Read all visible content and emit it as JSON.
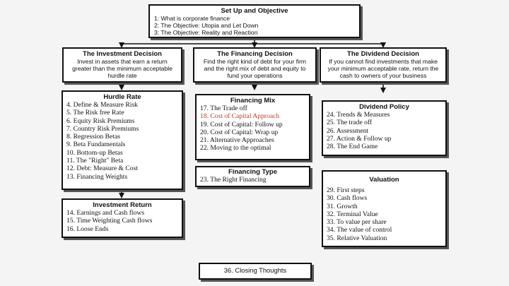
{
  "setup": {
    "title": "Set Up and Objective",
    "items": [
      "1: What is corporate finance",
      "2: The Objective: Utopia and Let Down",
      "3: The Objective: Reality and Reaction"
    ]
  },
  "investment_decision": {
    "title": "The Investment Decision",
    "text": "Invest in assets that earn a return greater than the minimum acceptable hurdle rate"
  },
  "financing_decision": {
    "title": "The Financing Decision",
    "text": "Find the right kind of debt for your firm and the right mix of debt and equity to fund your operations"
  },
  "dividend_decision": {
    "title": "The Dividend Decision",
    "text": "If you cannot find investments that make your minimum acceptable rate, return the cash to owners of your business"
  },
  "hurdle_rate": {
    "title": "Hurdle Rate",
    "items": [
      "4. Define & Measure Risk",
      "5. The Risk free Rate",
      "6. Equity Risk Premiums",
      "7. Country Risk Premiums",
      "8. Regression Betas",
      "9. Beta Fundamentals",
      "10. Bottom-up Betas",
      "11. The \"Right\" Beta",
      "12. Debt: Measure & Cost",
      "13. Financing Weights"
    ]
  },
  "financing_mix": {
    "title": "Financing Mix",
    "items": [
      "17. The Trade off",
      "18. Cost of Capital Approach",
      "19. Cost of Capital: Follow up",
      "20. Cost of Capital: Wrap up",
      "21. Alternative Approaches",
      "22. Moving to the optimal"
    ],
    "highlight_index": 1,
    "highlight_color": "#c0392b"
  },
  "financing_type": {
    "title": "Financing Type",
    "items": [
      "23. The Right Financing"
    ]
  },
  "dividend_policy": {
    "title": "Dividend Policy",
    "items": [
      "24. Trends & Measures",
      "25. The trade off",
      "26. Assessment",
      "27. Action & Follow up",
      "28. The End Game"
    ]
  },
  "investment_return": {
    "title": "Investment Return",
    "items": [
      "14. Earnings and Cash flows",
      "15. Time Weighting Cash flows",
      "16. Loose Ends"
    ]
  },
  "valuation": {
    "title": "Valuation",
    "items": [
      "29. First steps",
      "30. Cash flows",
      "31. Growth",
      "32. Terminal Value",
      "33. To value per share",
      "34. The value of control",
      "35. Relative Valuation"
    ]
  },
  "closing": {
    "title": "36. Closing Thoughts"
  }
}
